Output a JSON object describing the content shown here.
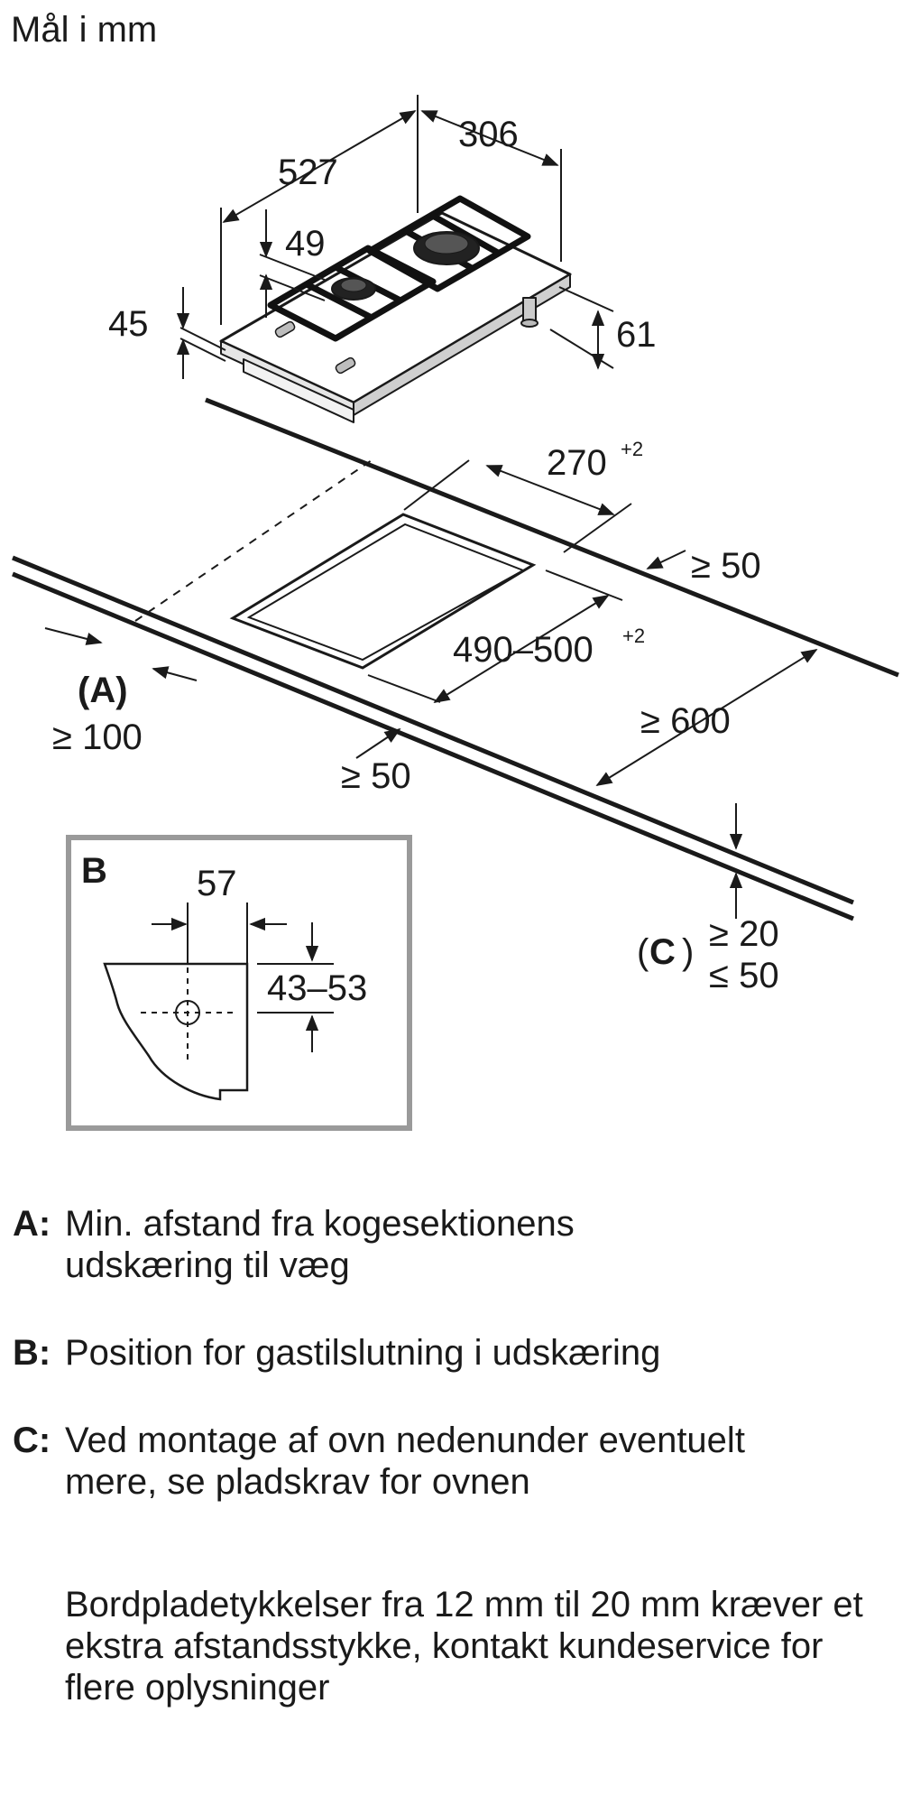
{
  "units_label": "Mål i mm",
  "dimensions": {
    "hob_depth": "527",
    "hob_width": "306",
    "burner_height": "49",
    "body_height": "45",
    "total_height": "61",
    "cutout_width": "270",
    "cutout_width_tol": "+2",
    "cutout_depth": "490–500",
    "cutout_depth_tol": "+2",
    "back_clearance": "≥ 50",
    "side_clearance_top": "≥ 600",
    "front_clearance": "≥ 50",
    "wall_label": "(A)",
    "wall_clearance": "≥ 100",
    "oven_label_open": "(",
    "oven_label_letter": "C",
    "oven_label_close": ")",
    "oven_min": "≥ 20",
    "oven_max": "≤ 50"
  },
  "detail_b": {
    "label": "B",
    "width": "57",
    "height": "43–53"
  },
  "legend": [
    {
      "key": "A:",
      "text": "Min. afstand fra kogesektionens udskæring til væg"
    },
    {
      "key": "B:",
      "text": "Position for gastilslutning i udskæring"
    },
    {
      "key": "C:",
      "text": "Ved montage af ovn nedenunder eventuelt mere, se pladskrav for ovnen"
    }
  ],
  "note": "Bordpladetykkelser fra 12 mm til 20 mm kræver et ekstra afstandsstykke, kontakt kundeservice for flere oplysninger",
  "colors": {
    "ink": "#1a1a1a",
    "frame": "#9a9a9a",
    "background": "#ffffff"
  }
}
